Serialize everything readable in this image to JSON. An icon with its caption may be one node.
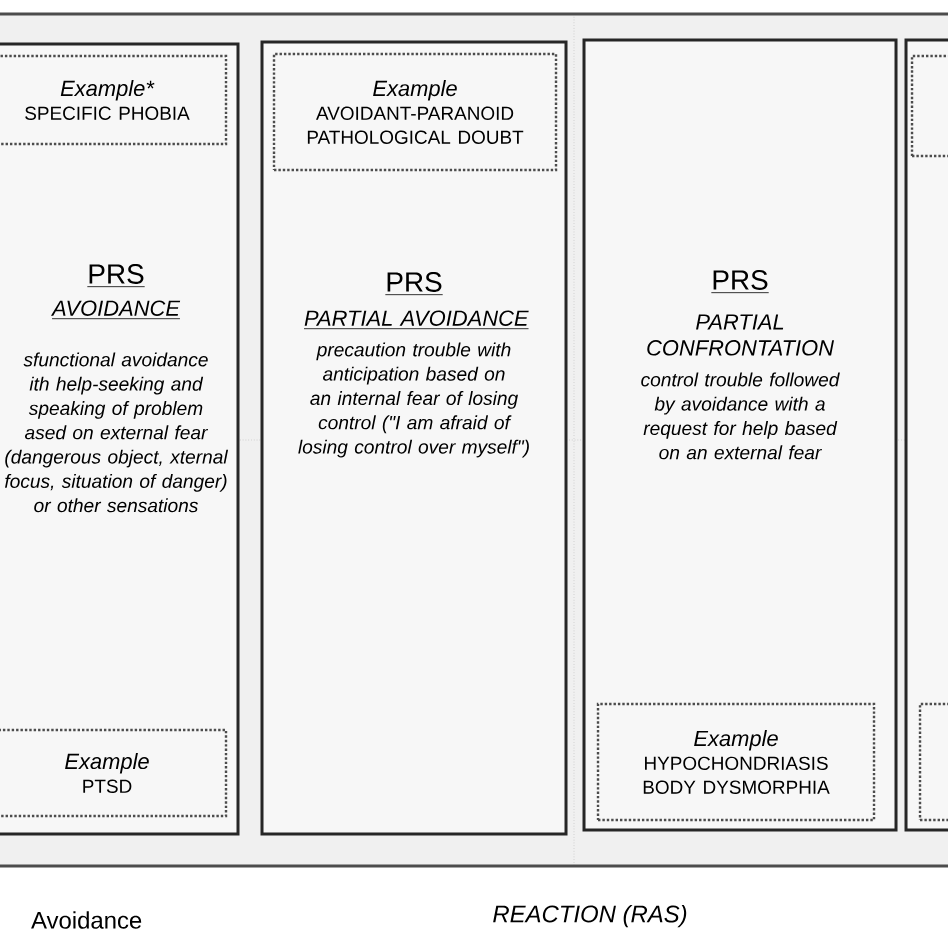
{
  "diagram": {
    "nodes": [
      {
        "text": [
          "PRS",
          "AVOIDANCE",
          "sfunctional avoidance ith help-seeking and speaking of problem ased on external fear (dangerous object, xternal focus, situation of danger) or other sensations"
        ]
      },
      {
        "text": [
          "Example*",
          "SPECIFIC PHOBIA"
        ],
        "in": 0
      },
      {
        "text": [
          "Example",
          "PTSD"
        ],
        "in": 0
      },
      {
        "text": [
          "PRS",
          "PARTIAL AVOIDANCE",
          "precaution trouble with anticipation based on an internal fear of losing control (\"I am afraid of losing control over myself\")"
        ]
      },
      {
        "text": [
          "Example",
          "AVOIDANT-PARANOID PATHOLOGICAL DOUBT"
        ],
        "in": 3
      },
      {
        "text": [
          "PRS",
          "PARTIAL CONFRONTATION",
          "control trouble followed by avoidance with a request for help based on an external fear"
        ]
      },
      {
        "text": [
          "Example",
          "HYPOCHONDRIASIS BODY DYSMORPHIA"
        ],
        "in": 5
      },
      {
        "text": [],
        "shape": "box"
      },
      {
        "text": [],
        "shape": "box",
        "in": 7
      },
      {
        "text": [],
        "shape": "box",
        "in": 7
      }
    ],
    "labels": [
      "Avoidance",
      "REACTION (RAS)"
    ]
  }
}
